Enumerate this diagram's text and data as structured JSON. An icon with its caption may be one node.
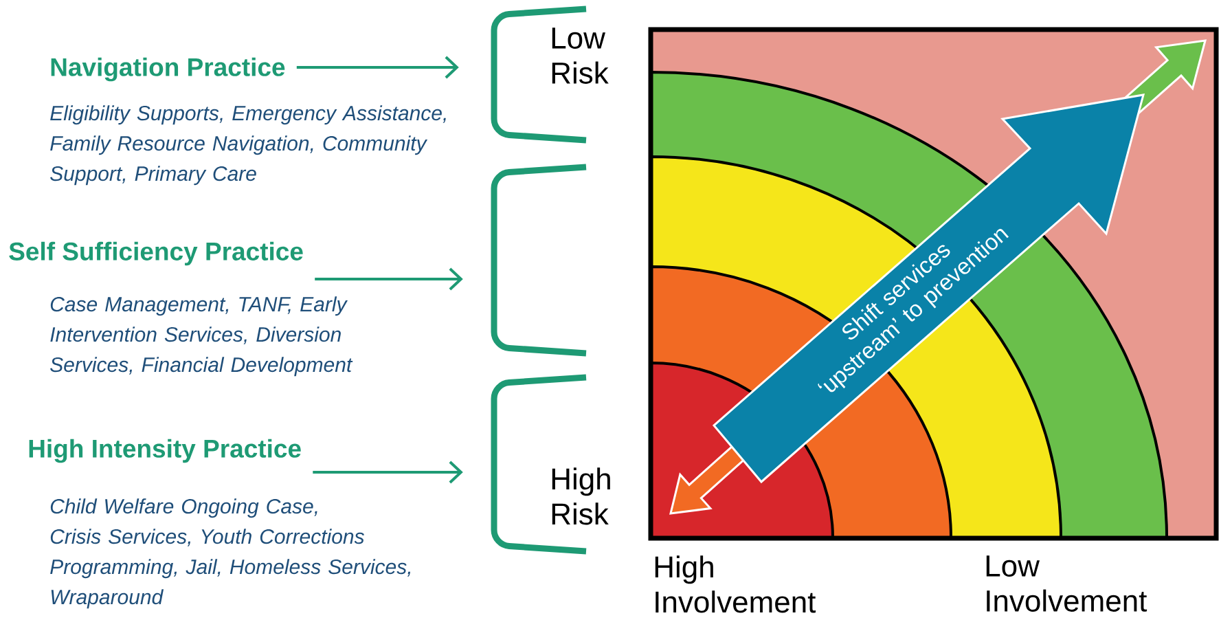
{
  "diagram": {
    "nodes": [
      {
        "text": [
          "Navigation Practice"
        ]
      },
      {
        "text": [],
        "shape": "bracket"
      },
      {
        "text": [
          "Self Sufficiency Practice"
        ]
      },
      {
        "text": [],
        "shape": "bracket"
      },
      {
        "text": [
          "High Intensity Practice"
        ]
      },
      {
        "text": [],
        "shape": "bracket"
      }
    ],
    "edges": [
      {
        "from": 0,
        "to": 1,
        "arrow": "to"
      },
      {
        "from": 2,
        "to": 3,
        "arrow": "to"
      },
      {
        "from": 4,
        "to": 5,
        "arrow": "to"
      }
    ],
    "labels": [
      "Eligibility Supports, Emergency Assistance, Family Resource Navigation, Community Support, Primary Care",
      "Case Management, TANF, Early Intervention Services, Diversion Services, Financial Development",
      "Child Welfare Ongoing Case, Crisis Services, Youth Corrections Programming, Jail, Homeless Services, Wraparound",
      "Low Risk",
      "High Risk",
      "High Involvement",
      "Low Involvement",
      "Shift services ‘upstream’ to prevention"
    ]
  }
}
